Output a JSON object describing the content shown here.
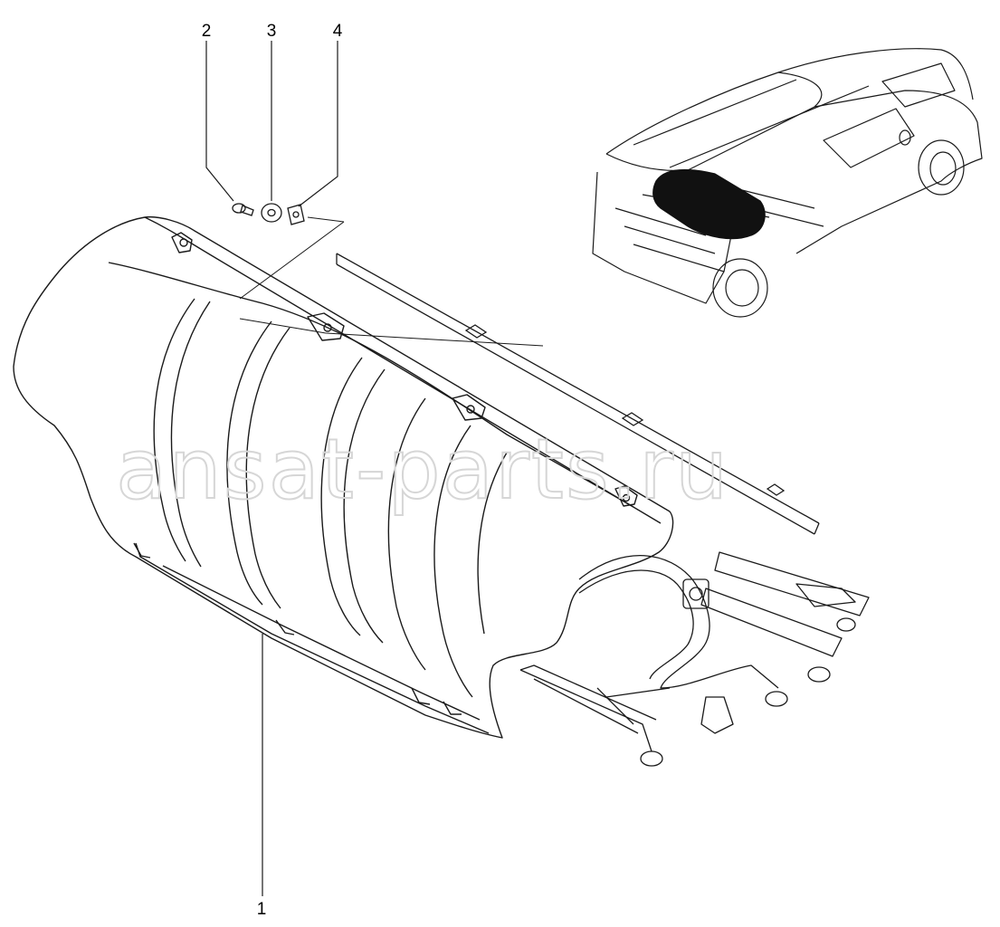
{
  "callouts": [
    {
      "id": "callout-1",
      "label": "1"
    },
    {
      "id": "callout-2",
      "label": "2"
    },
    {
      "id": "callout-3",
      "label": "3"
    },
    {
      "id": "callout-4",
      "label": "4"
    }
  ],
  "watermark": {
    "text": "ansat-parts.ru",
    "color": "#d6d6d6"
  },
  "colors": {
    "line": "#1a1a1a",
    "background": "#ffffff",
    "highlight": "#111111"
  }
}
